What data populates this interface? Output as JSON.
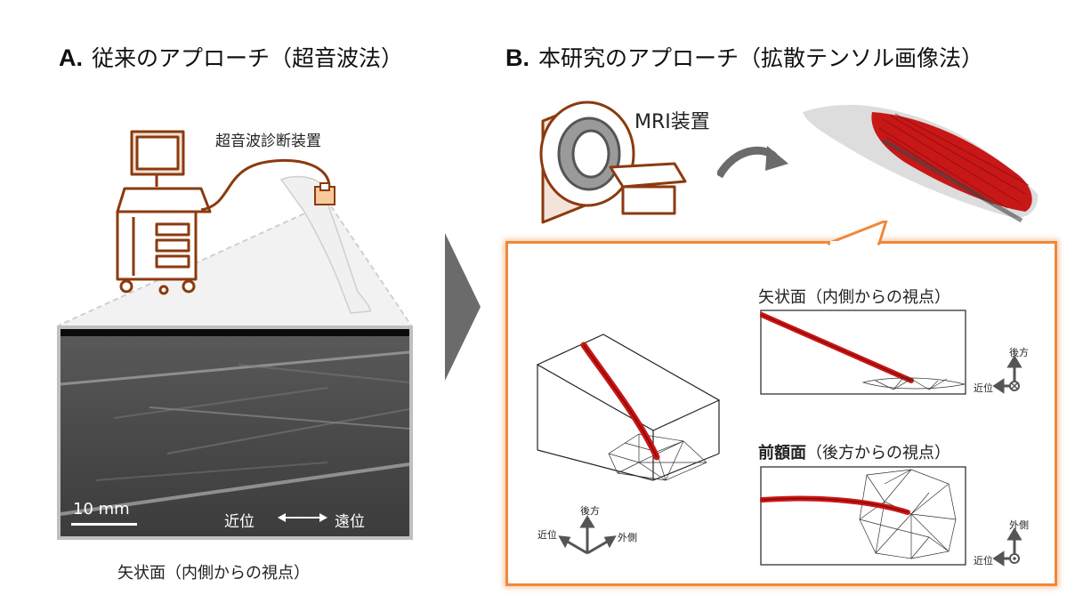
{
  "panel_a": {
    "letter": "A.",
    "title": "従来のアプローチ（超音波法）",
    "device_label": "超音波診断装置",
    "scale_label": "10 mm",
    "direction_near": "近位",
    "direction_far": "遠位",
    "view_caption": "矢状面（内側からの視点）"
  },
  "panel_b": {
    "letter": "B.",
    "title": "本研究のアプローチ（拡散テンソル画像法）",
    "mri_label": "MRI装置",
    "sagittal_caption": "矢状面（内側からの視点）",
    "frontal_caption_bold": "前額面",
    "frontal_caption_rest": "（後方からの視点）",
    "axes_3d": {
      "up": "後方",
      "left": "近位",
      "right": "外側"
    },
    "axes_sagittal": {
      "up": "後方",
      "left": "近位"
    },
    "axes_frontal": {
      "up": "外側",
      "left": "近位"
    }
  },
  "colors": {
    "fiber_red": "#d81e1e",
    "panel_orange": "#f0883a",
    "arrow_gray": "#6b6b6b",
    "device_brown": "#8b3a0e"
  }
}
